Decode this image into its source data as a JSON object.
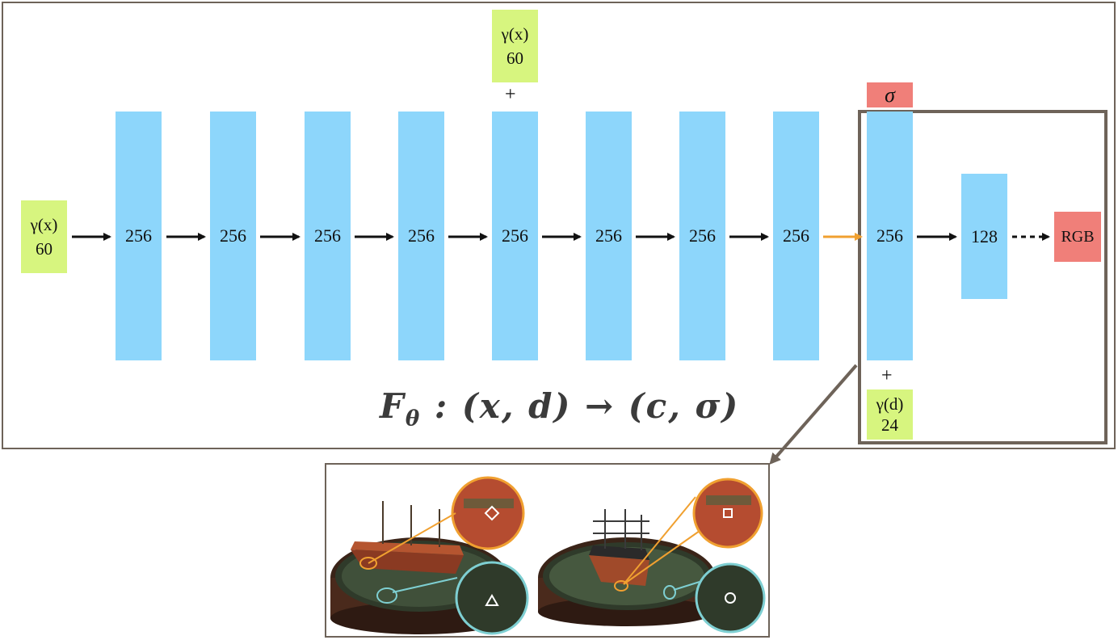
{
  "input_encoding": {
    "label": "γ(x)",
    "dim": "60"
  },
  "skip_encoding": {
    "label": "γ(x)",
    "dim": "60",
    "plus": "+"
  },
  "view_encoding": {
    "label": "γ(d)",
    "dim": "24",
    "plus": "+"
  },
  "layers": [
    "256",
    "256",
    "256",
    "256",
    "256",
    "256",
    "256",
    "256",
    "256"
  ],
  "color_layer": "128",
  "density_output": "σ",
  "rgb_output": "RGB",
  "formula": {
    "lhs": "F",
    "sub": "θ",
    "rhs": " : (x, d) → (c, σ)"
  },
  "colors": {
    "layer": "#8dd6fb",
    "encoding": "#d7f57f",
    "output": "#f07f79",
    "frame": "#6e6359",
    "highlight_arrow": "#f0a030",
    "zoom_orange": "#f0a030",
    "zoom_teal": "#7ecfd2"
  },
  "render_panel": {
    "left_markers": [
      "diamond-marker",
      "triangle-marker"
    ],
    "right_markers": [
      "square-marker",
      "circle-marker"
    ]
  }
}
